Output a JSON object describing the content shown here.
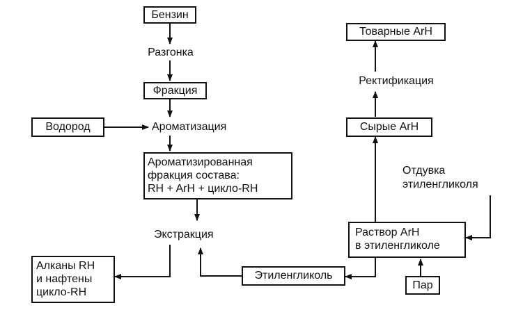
{
  "diagram": {
    "nodes": {
      "benzin": "Бензин",
      "razgonka": "Разгонка",
      "fraktsiya": "Фракция",
      "vodorod": "Водород",
      "aromatizatsiya": "Ароматизация",
      "aromatized_fraction": {
        "line1": "Ароматизированная",
        "line2": "фракция состава:",
        "line3": "RH + ArH + цикло-RH"
      },
      "ekstraktsiya": "Экстракция",
      "alkany": {
        "line1": "Алканы RH",
        "line2": "и нафтены",
        "line3": "цикло-RH"
      },
      "etilenglikol": "Этиленгликоль",
      "rastvor": {
        "line1": "Раствор ArH",
        "line2": "в этиленгликоле"
      },
      "par": "Пар",
      "otduvka": {
        "line1": "Отдувка",
        "line2": "этиленгликоля"
      },
      "syrye": "Сырые ArH",
      "rektifikatsiya": "Ректификация",
      "tovarnye": "Товарные ArH"
    }
  }
}
